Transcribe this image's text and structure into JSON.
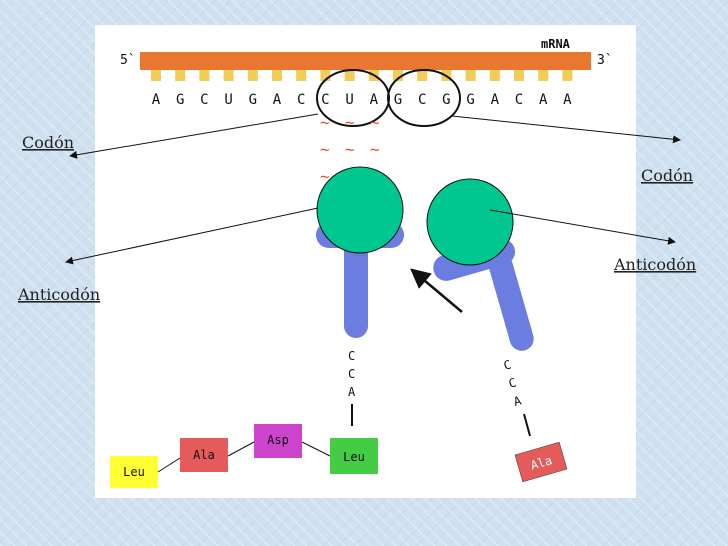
{
  "mrna": {
    "label": "mRNA",
    "end5": "5`",
    "end3": "3`",
    "sequence": [
      "A",
      "G",
      "C",
      "U",
      "G",
      "A",
      "C",
      "C",
      "U",
      "A",
      "G",
      "C",
      "G",
      "G",
      "A",
      "C",
      "A",
      "A"
    ]
  },
  "labels": {
    "codon_left": "Codón",
    "codon_right": "Codón",
    "anticodon_left": "Anticodón",
    "anticodon_right": "Anticodón"
  },
  "trna_left": {
    "cca": [
      "C",
      "C",
      "A"
    ]
  },
  "trna_right": {
    "cca": [
      "C",
      "C",
      "A"
    ],
    "amino": "Ala"
  },
  "peptide": [
    "Leu",
    "Ala",
    "Asp",
    "Leu"
  ],
  "colors": {
    "mrna_bar": "#e8782f",
    "mrna_teeth": "#f2cc55",
    "trna_head": "#00c690",
    "trna_body": "#6b7de0",
    "leu_yellow": "#ffff33",
    "ala_red": "#e55a5a",
    "asp_purple": "#cc44cc",
    "leu_green": "#44cc44"
  }
}
